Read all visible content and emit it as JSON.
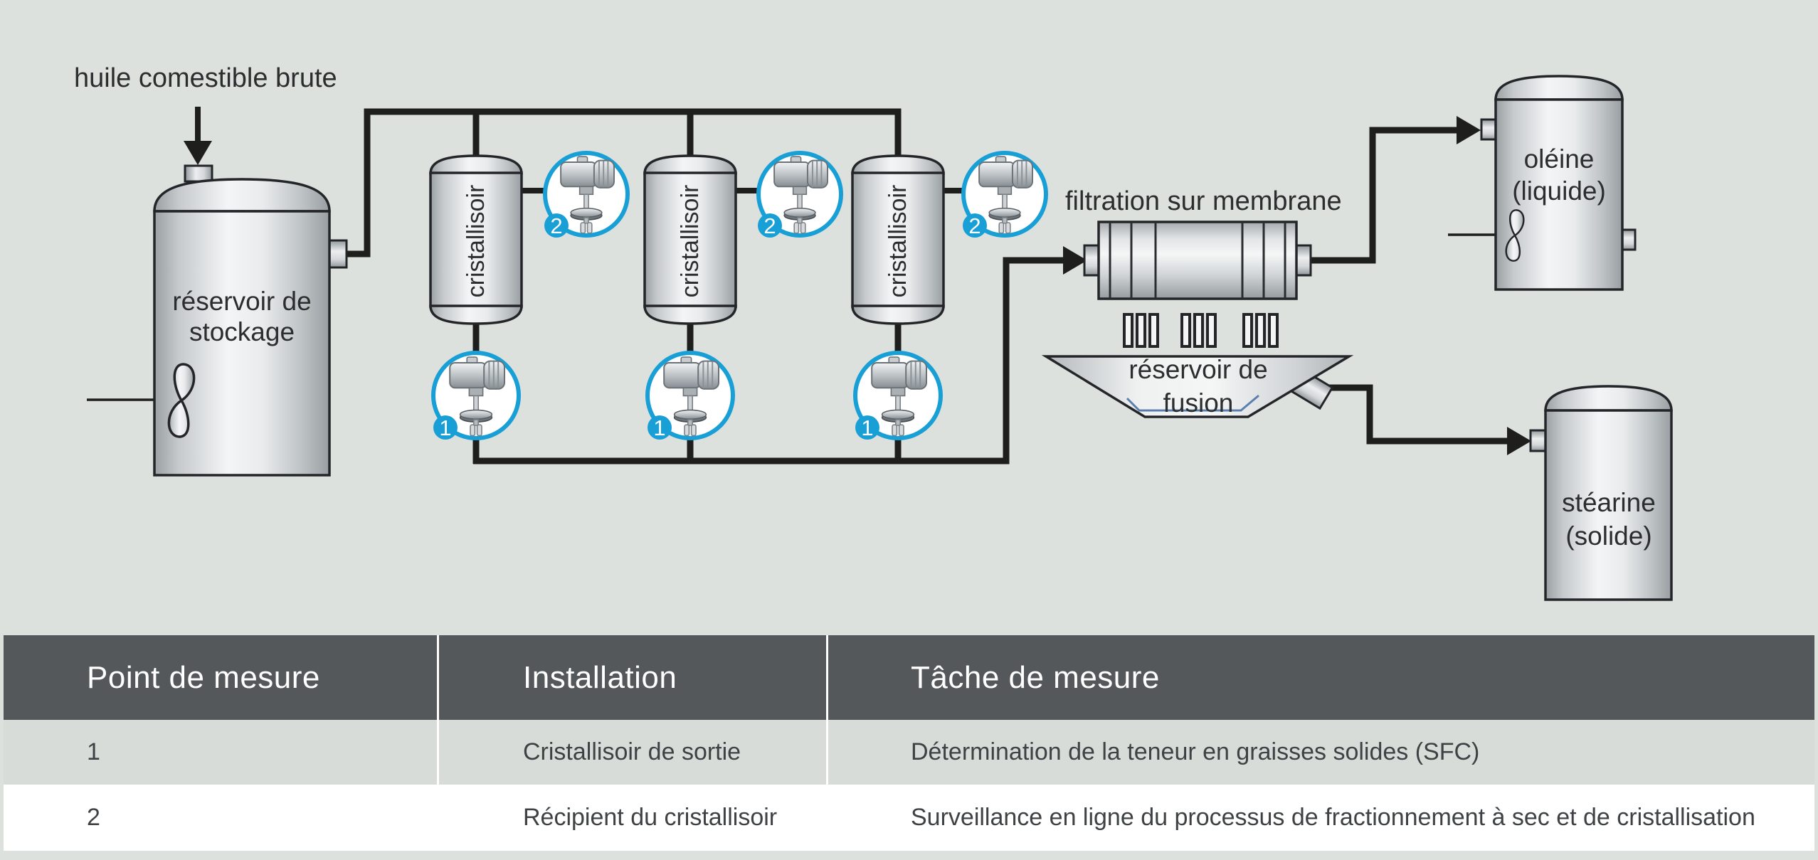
{
  "diagram": {
    "feed_label": "huile comestible brute",
    "storage_tank": {
      "label_line1": "réservoir de",
      "label_line2": "stockage"
    },
    "crystallizers": {
      "label": "cristallisoir",
      "count": 3
    },
    "sensors": {
      "badge_outlet": "1",
      "badge_vessel": "2"
    },
    "filter_label": "filtration sur membrane",
    "fusion_tank": {
      "label_line1": "réservoir de",
      "label_line2": "fusion"
    },
    "oleine_tank": {
      "label_line1": "oléine",
      "label_line2": "(liquide)"
    },
    "stearine_tank": {
      "label_line1": "stéarine",
      "label_line2": "(solide)"
    },
    "colors": {
      "background": "#dce1de",
      "accent_blue": "#189fd6",
      "pipe": "#1e1e1c",
      "header_bg": "#54585a",
      "row1_bg": "#d8dcd9",
      "row2_bg": "#ffffff"
    }
  },
  "table": {
    "headers": [
      "Point de mesure",
      "Installation",
      "Tâche de mesure"
    ],
    "rows": [
      {
        "point": "1",
        "installation": "Cristallisoir de sortie",
        "task": "Détermination de la teneur en graisses solides (SFC)"
      },
      {
        "point": "2",
        "installation": "Récipient du cristallisoir",
        "task": "Surveillance en ligne du processus de fractionnement à sec et de cristallisation"
      }
    ]
  }
}
